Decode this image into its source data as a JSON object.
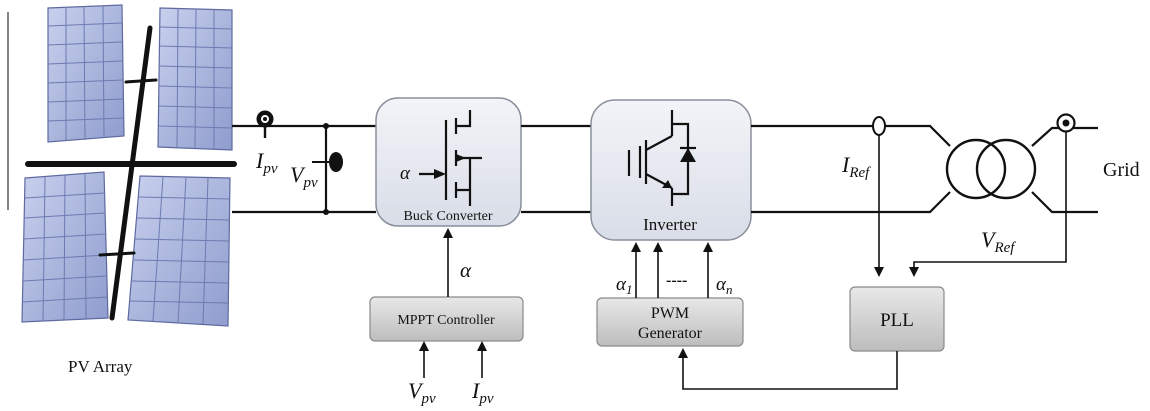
{
  "pv_array": {
    "label": "PV Array"
  },
  "measurements": {
    "pv_current": {
      "main": "I",
      "sub": "pv"
    },
    "pv_voltage": {
      "main": "V",
      "sub": "pv"
    },
    "ref_current": {
      "main": "I",
      "sub": "Ref"
    },
    "ref_voltage": {
      "main": "V",
      "sub": "Ref"
    }
  },
  "blocks": {
    "buck_converter": {
      "label": "Buck Converter",
      "gate_signal": "α"
    },
    "inverter": {
      "label": "Inverter"
    },
    "mppt_controller": {
      "label": "MPPT Controller",
      "output_signal": "α",
      "inputs": [
        {
          "main": "V",
          "sub": "pv"
        },
        {
          "main": "I",
          "sub": "pv"
        }
      ]
    },
    "pwm_generator": {
      "label_line1": "PWM",
      "label_line2": "Generator",
      "outputs": [
        {
          "main": "α",
          "sub": "1"
        },
        {
          "main": "α",
          "sub": "n"
        }
      ],
      "dots": "----"
    },
    "pll": {
      "label": "PLL"
    }
  },
  "grid": {
    "label": "Grid"
  },
  "colors": {
    "panel_fill": "#b9c3e3",
    "panel_grid": "#6c7bb0",
    "block_fill": "#e6e9f0",
    "small_block_fill": "#d2d2d2"
  }
}
